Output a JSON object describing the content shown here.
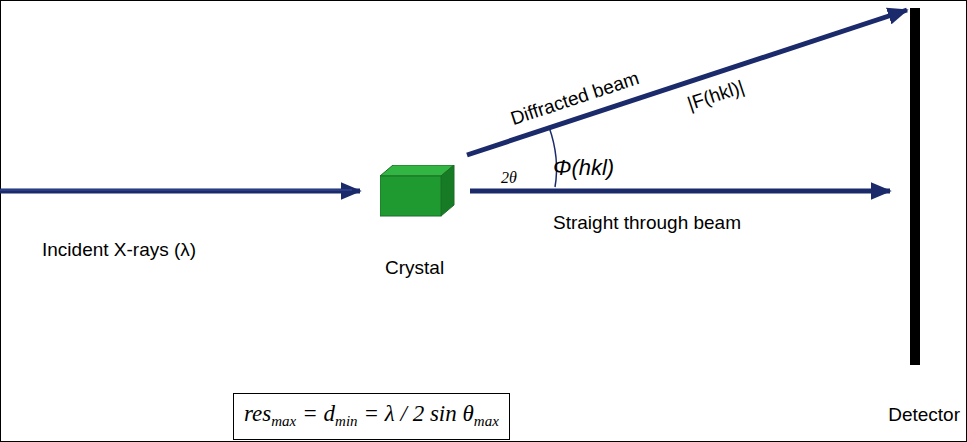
{
  "diagram": {
    "nodes": [
      {
        "text": [
          "Crystal"
        ]
      },
      {
        "text": [
          "Detector"
        ]
      },
      {
        "text": [
          "res",
          "max",
          "= d",
          "min",
          "= λ / 2 sin θ",
          "max"
        ]
      }
    ],
    "edges": [
      {
        "from": 0,
        "to": 1,
        "arrow": "to",
        "label": "Diffracted beam"
      },
      {
        "from": 0,
        "to": 1,
        "arrow": "to",
        "label": "Straight through beam"
      }
    ],
    "labels": [
      "Incident X-rays (λ)",
      "|F(hkl)|",
      "2θ",
      "Φ(hkl)"
    ]
  }
}
